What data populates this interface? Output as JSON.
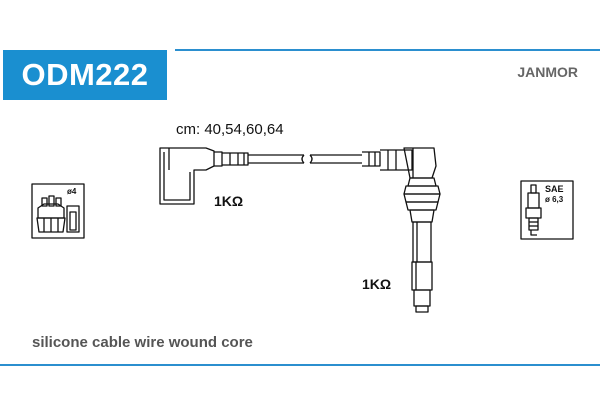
{
  "header": {
    "product_code": "ODM222",
    "brand": "JANMOR"
  },
  "cable": {
    "lengths_label": "cm: 40,54,60,64",
    "resistance_1": "1KΩ",
    "resistance_2": "1KΩ"
  },
  "left_symbol": {
    "icon": "distributor-cap-icon",
    "label": "ø4"
  },
  "right_symbol": {
    "icon": "spark-plug-icon",
    "label_top": "SAE",
    "label_bottom": "ø 6,3"
  },
  "footer": {
    "description": "silicone cable wire wound core"
  },
  "colors": {
    "accent": "#1a8fd0",
    "line": "#2b8fcf",
    "ink": "#111111",
    "muted": "#555555"
  }
}
